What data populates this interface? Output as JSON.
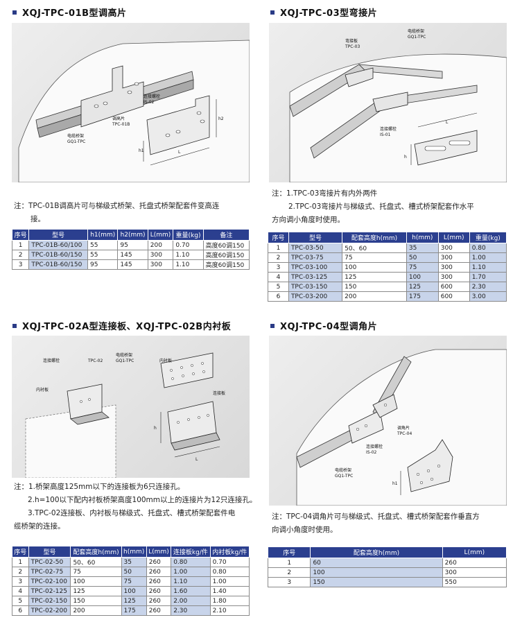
{
  "sections": {
    "s1": {
      "title": "XQJ-TPC-01B型调高片",
      "labels": [
        "连接螺栓",
        "IS-02",
        "调高片",
        "TPC-01B",
        "电缆桥架",
        "GQ1-TPC",
        "h1",
        "h2",
        "L"
      ],
      "note": [
        "注：TPC-01B调高片可与梯级式桥架、托盘式桥架配套件变高连",
        "接。"
      ],
      "headers": [
        "序号",
        "型号",
        "h1(mm)",
        "h2(mm)",
        "L(mm)",
        "重量(kg)",
        "备注"
      ],
      "rows": [
        [
          "1",
          "TPC-01B-60/100",
          "55",
          "95",
          "200",
          "0.70",
          "高度60调150"
        ],
        [
          "2",
          "TPC-01B-60/150",
          "55",
          "145",
          "300",
          "1.10",
          "高度60调150"
        ],
        [
          "3",
          "TPC-01B-60/150",
          "95",
          "145",
          "300",
          "1.10",
          "高度60调150"
        ]
      ]
    },
    "s2": {
      "title": "XQJ-TPC-03型弯接片",
      "labels": [
        "弯接板",
        "TPC-03",
        "电缆桥架",
        "GQ1-TPC",
        "连接螺栓",
        "IS-01",
        "L",
        "h"
      ],
      "note": [
        "注：1.TPC-03弯接片有内外两件",
        "2.TPC-03弯接片与梯级式、托盘式、槽式桥架配套作水平",
        "方向调小角度时使用。"
      ],
      "headers": [
        "序号",
        "型号",
        "配套高度h(mm)",
        "h(mm)",
        "L(mm)",
        "重量(kg)"
      ],
      "rows": [
        [
          "1",
          "TPC-03-50",
          "50、60",
          "35",
          "300",
          "0.80"
        ],
        [
          "2",
          "TPC-03-75",
          "75",
          "50",
          "300",
          "1.00"
        ],
        [
          "3",
          "TPC-03-100",
          "100",
          "75",
          "300",
          "1.10"
        ],
        [
          "4",
          "TPC-03-125",
          "125",
          "100",
          "300",
          "1.70"
        ],
        [
          "5",
          "TPC-03-150",
          "150",
          "125",
          "600",
          "2.30"
        ],
        [
          "6",
          "TPC-03-200",
          "200",
          "175",
          "600",
          "3.00"
        ]
      ]
    },
    "s3": {
      "title": "XQJ-TPC-02A型连接板、XQJ-TPC-02B内衬板",
      "labels": [
        "连接螺栓",
        "TPC-02",
        "电缆桥架",
        "GQ1-TPC",
        "内衬板",
        "内衬板",
        "连接板",
        "h",
        "L"
      ],
      "note": [
        "注：1.桥架高度125mm以下的连接板为6只连接孔。",
        "2.h=100以下配内衬板桥架高度100mm以上的连接片为12只连接孔。",
        "3.TPC-02连接板、内衬板与梯级式、托盘式、槽式桥架配套件电",
        "缆桥架的连接。"
      ],
      "headers": [
        "序号",
        "型号",
        "配套高度h(mm)",
        "h(mm)",
        "L(mm)",
        "连接板kg/件",
        "内衬板kg/件"
      ],
      "rows": [
        [
          "1",
          "TPC-02-50",
          "50、60",
          "35",
          "260",
          "0.80",
          "0.70"
        ],
        [
          "2",
          "TPC-02-75",
          "75",
          "50",
          "260",
          "1.00",
          "0.80"
        ],
        [
          "3",
          "TPC-02-100",
          "100",
          "75",
          "260",
          "1.10",
          "1.00"
        ],
        [
          "4",
          "TPC-02-125",
          "125",
          "100",
          "260",
          "1.60",
          "1.40"
        ],
        [
          "5",
          "TPC-02-150",
          "150",
          "125",
          "260",
          "2.00",
          "1.80"
        ],
        [
          "6",
          "TPC-02-200",
          "200",
          "175",
          "260",
          "2.30",
          "2.10"
        ]
      ]
    },
    "s4": {
      "title": "XQJ-TPC-04型调角片",
      "labels": [
        "调角片",
        "TPC-04",
        "连接螺栓",
        "IS-02",
        "电缆桥架",
        "GQ1-TPC",
        "h1"
      ],
      "note": [
        "注：TPC-04调角片可与梯级式、托盘式、槽式桥架配套作垂直方",
        "向调小角度时使用。"
      ],
      "headers": [
        "序号",
        "配套高度h(mm)",
        "L(mm)"
      ],
      "rows": [
        [
          "1",
          "60",
          "260"
        ],
        [
          "2",
          "100",
          "300"
        ],
        [
          "3",
          "150",
          "550"
        ]
      ]
    }
  }
}
